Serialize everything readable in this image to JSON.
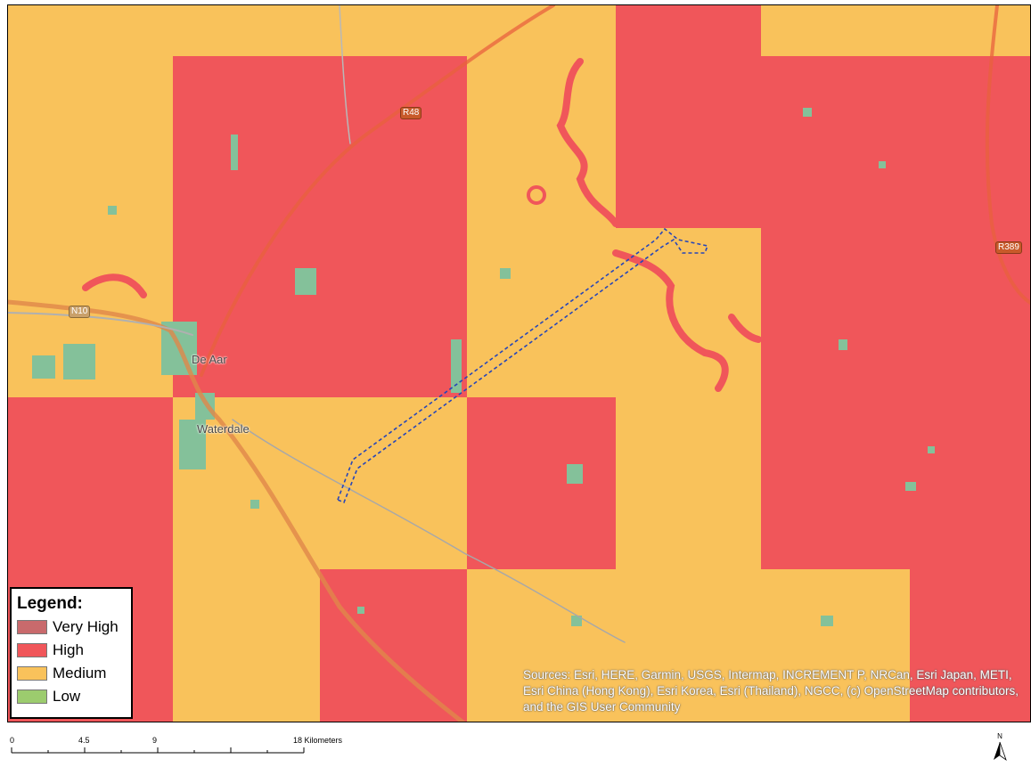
{
  "map": {
    "colors": {
      "very_high": "#c96a6c",
      "high": "#f0565a",
      "medium": "#f9c25b",
      "low": "#8fc48a",
      "low_patches": "#84c19a",
      "route": "#2746b8"
    },
    "places": [
      "De Aar",
      "Waterdale"
    ],
    "road_shields": [
      "R48",
      "N10",
      "R389"
    ]
  },
  "legend": {
    "title": "Legend:",
    "items": [
      {
        "label": "Very High",
        "color": "#c96a6c"
      },
      {
        "label": "High",
        "color": "#f0565a"
      },
      {
        "label": "Medium",
        "color": "#f9c25b"
      },
      {
        "label": "Low",
        "color": "#9ccc6e"
      }
    ]
  },
  "attribution": "Sources: Esri, HERE, Garmin, USGS, Intermap, INCREMENT P, NRCan, Esri Japan, METI, Esri China (Hong Kong), Esri Korea, Esri (Thailand), NGCC, (c) OpenStreetMap contributors, and the GIS User Community",
  "scalebar": {
    "labels": [
      "0",
      "4.5",
      "9",
      "18 Kilometers"
    ]
  },
  "north_arrow": {
    "label": "N"
  }
}
